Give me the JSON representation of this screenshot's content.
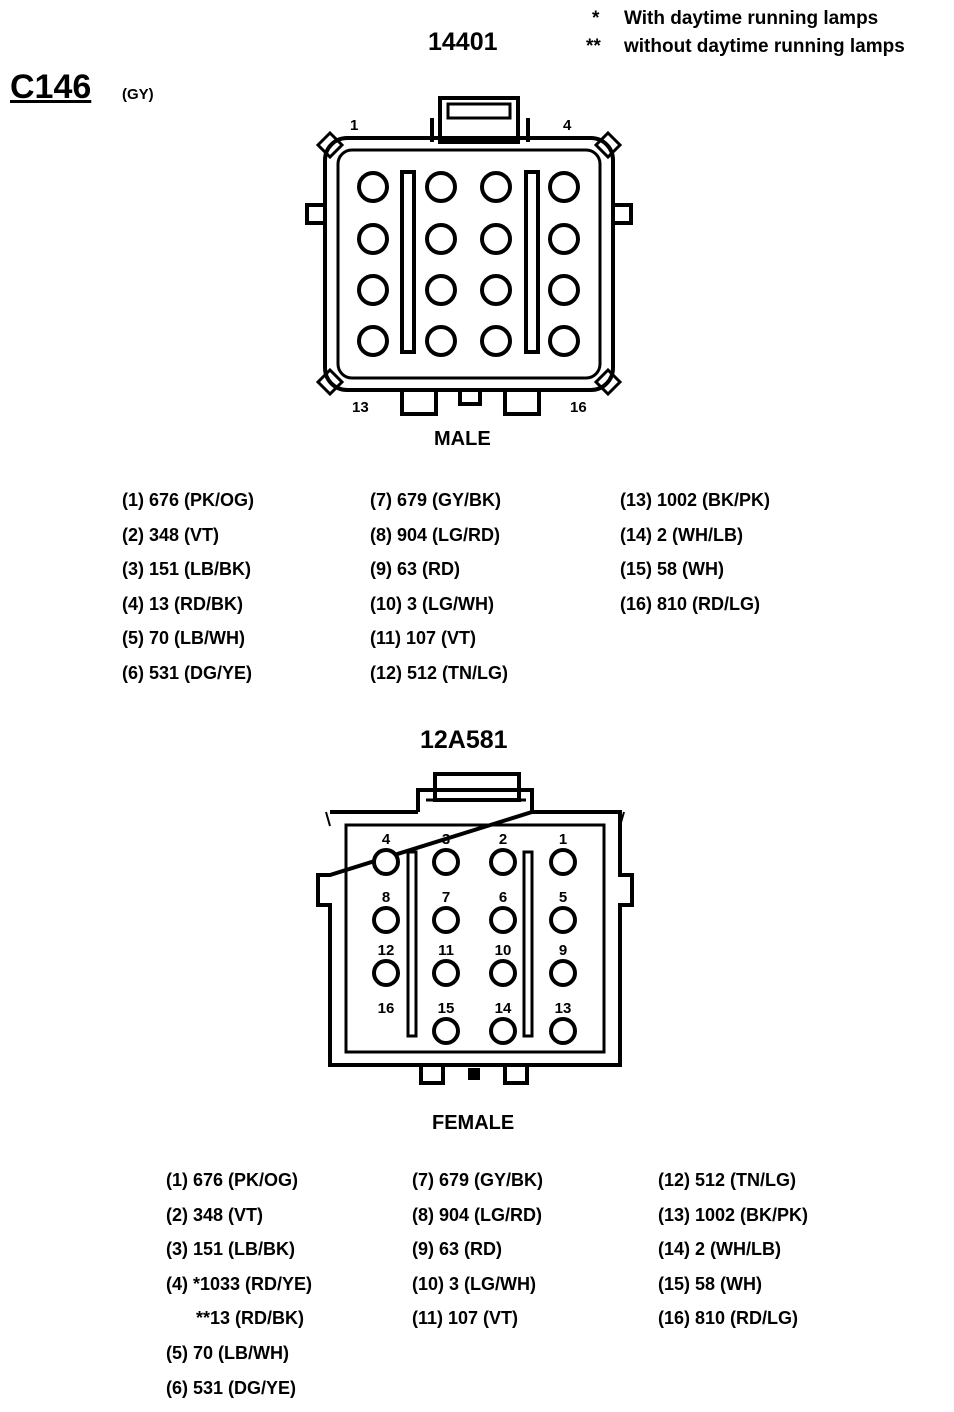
{
  "legend": [
    {
      "symbol": "*",
      "text": "With daytime running lamps"
    },
    {
      "symbol": "**",
      "text": "without daytime running lamps"
    }
  ],
  "connector": {
    "id": "C146",
    "color_code": "(GY)"
  },
  "male": {
    "part_number": "14401",
    "label": "MALE",
    "corner_labels": {
      "top_left": "1",
      "top_right": "4",
      "bottom_left": "13",
      "bottom_right": "16"
    },
    "pinout": [
      [
        "(1) 676 (PK/OG)",
        "(2) 348 (VT)",
        "(3) 151 (LB/BK)",
        "(4) 13 (RD/BK)",
        "(5) 70 (LB/WH)",
        "(6) 531 (DG/YE)"
      ],
      [
        "(7)  679 (GY/BK)",
        "(8)  904 (LG/RD)",
        "(9)  63 (RD)",
        "(10)  3 (LG/WH)",
        "(11)  107 (VT)",
        "(12)  512 (TN/LG)"
      ],
      [
        "(13)  1002 (BK/PK)",
        "(14)  2 (WH/LB)",
        "(15)  58 (WH)",
        "(16)  810 (RD/LG)"
      ]
    ]
  },
  "female": {
    "part_number": "12A581",
    "label": "FEMALE",
    "pin_labels": [
      "4",
      "3",
      "2",
      "1",
      "8",
      "7",
      "6",
      "5",
      "12",
      "11",
      "10",
      "9",
      "16",
      "15",
      "14",
      "13"
    ],
    "pinout": [
      [
        "(1)  676 (PK/OG)",
        "(2)  348 (VT)",
        "(3)  151 (LB/BK)",
        "(4)  *1033 (RD/YE)",
        "**13 (RD/BK)",
        "(5)  70 (LB/WH)",
        "(6)  531 (DG/YE)"
      ],
      [
        "(7)  679 (GY/BK)",
        "(8)  904 (LG/RD)",
        "(9)  63 (RD)",
        "(10)  3 (LG/WH)",
        "(11)  107 (VT)"
      ],
      [
        "(12)  512 (TN/LG)",
        "(13)  1002 (BK/PK)",
        "(14)  2 (WH/LB)",
        "(15)  58 (WH)",
        "(16)  810 (RD/LG)"
      ]
    ]
  }
}
